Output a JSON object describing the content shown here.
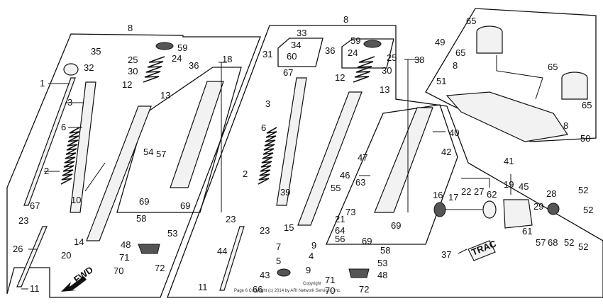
{
  "labels": {
    "n8a": "8",
    "n35": "35",
    "n32": "32",
    "n1": "1",
    "n3a": "3",
    "n6a": "6",
    "n2a": "2",
    "n67a": "67",
    "n23a": "23",
    "n26": "26",
    "n11a": "11",
    "n59a": "59",
    "n25a": "25",
    "n24a": "24",
    "n30a": "30",
    "n36a": "36",
    "n12a": "12",
    "n13a": "13",
    "n18": "18",
    "n10": "10",
    "n14": "14",
    "n20": "20",
    "n54": "54",
    "n57a": "57",
    "n69a": "69",
    "n69b": "69",
    "n58a": "58",
    "n53a": "53",
    "n48a": "48",
    "n71a": "71",
    "n72a": "72",
    "n70a": "70",
    "fwd": "FWD",
    "n8b": "8",
    "n33": "33",
    "n31": "31",
    "n34": "34",
    "n60": "60",
    "n67b": "67",
    "n3b": "3",
    "n6b": "6",
    "n2b": "2",
    "n23b": "23",
    "n23c": "23",
    "n44": "44",
    "n11b": "11",
    "n7": "7",
    "n9a": "9",
    "n5": "5",
    "n4": "4",
    "n9b": "9",
    "n43": "43",
    "n66": "66",
    "n70b": "70",
    "n71b": "71",
    "n72b": "72",
    "n59b": "59",
    "n36b": "36",
    "n24b": "24",
    "n25b": "25",
    "n30b": "30",
    "n12b": "12",
    "n13b": "13",
    "n38": "38",
    "n39": "39",
    "n15": "15",
    "n40": "40",
    "n42": "42",
    "n47": "47",
    "n46": "46",
    "n63": "63",
    "n55": "55",
    "n73": "73",
    "n21": "21",
    "n64": "64",
    "n56": "56",
    "n69c": "69",
    "n69d": "69",
    "n58b": "58",
    "n53b": "53",
    "n48b": "48",
    "n65a": "65",
    "n49": "49",
    "n65b": "65",
    "n8c": "8",
    "n51": "51",
    "n65c": "65",
    "n65d": "65",
    "n8d": "8",
    "n50": "50",
    "n41": "41",
    "n16": "16",
    "n17": "17",
    "n22": "22",
    "n27": "27",
    "n62": "62",
    "n19": "19",
    "n45": "45",
    "n29": "29",
    "n28": "28",
    "n52a": "52",
    "n52b": "52",
    "n52c": "52",
    "n52d": "52",
    "n61": "61",
    "n57b": "57",
    "n68": "68",
    "n37": "37",
    "trac": "TRAC"
  },
  "copyright": {
    "line1": "Copyright",
    "line2": "Page 6 Copyright (c) 2014 by ARI Network Services, Inc."
  }
}
